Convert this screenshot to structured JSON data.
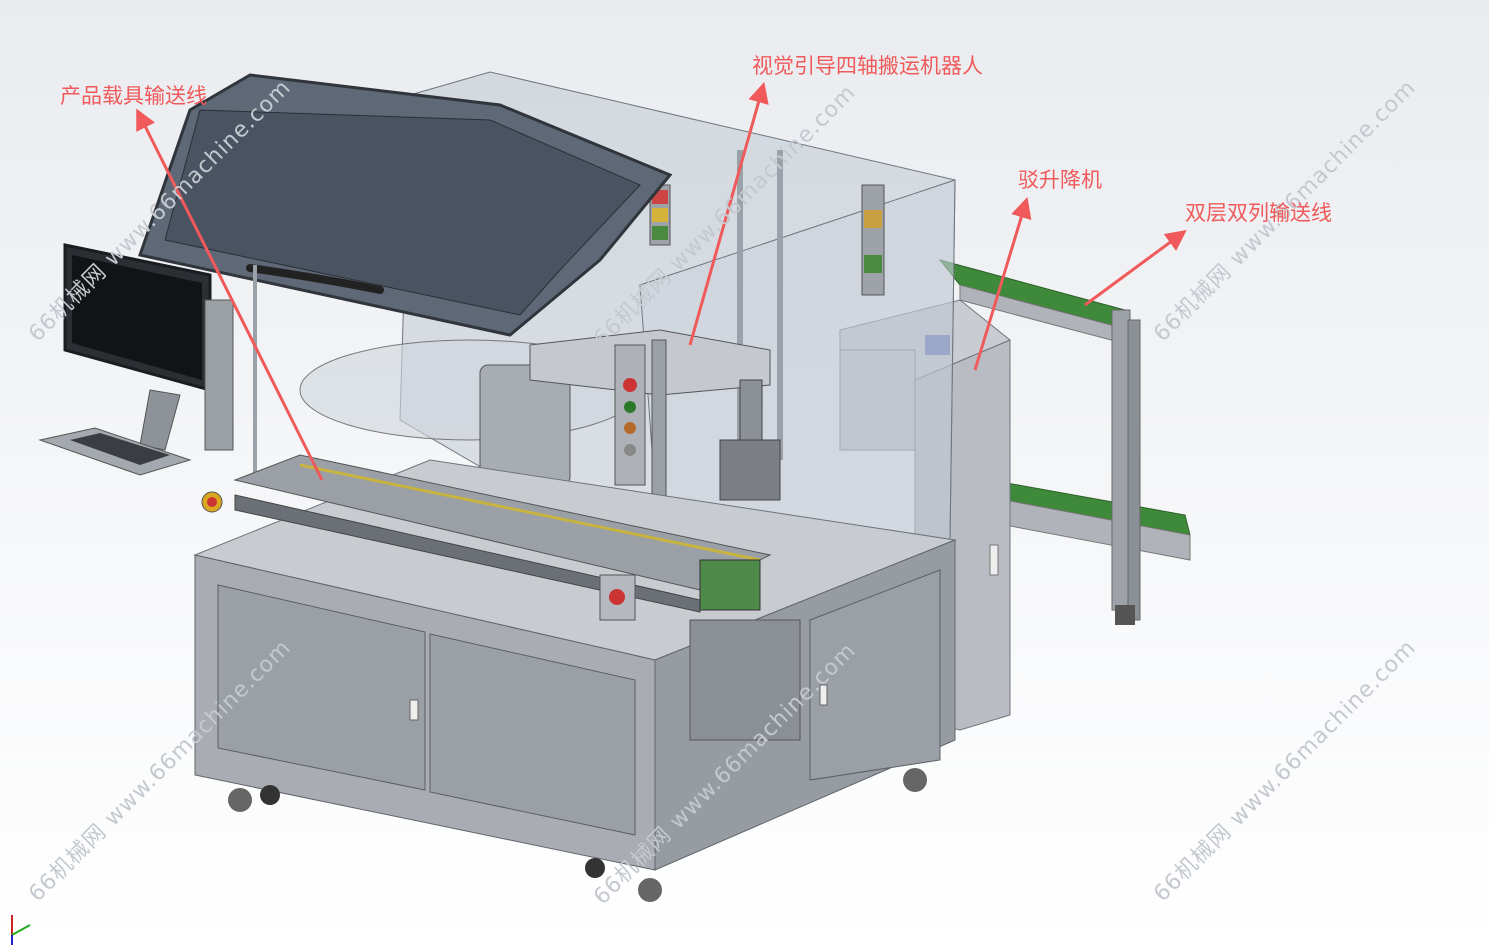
{
  "colors": {
    "label": "#f05a5a",
    "arrow": "#f05a5a",
    "watermark": "#c4c8cf",
    "frame": "#8d9299",
    "glass": "#b9c2cc",
    "conveyor": "#3f8a3a",
    "panel": "#a9adb3"
  },
  "labels": {
    "product_carrier_conveyor": "产品载具输送线",
    "vision_robot": "视觉引导四轴搬运机器人",
    "lift": "驳升降机",
    "double_conveyor": "双层双列输送线"
  },
  "watermark": "66机械网 www.66machine.com"
}
